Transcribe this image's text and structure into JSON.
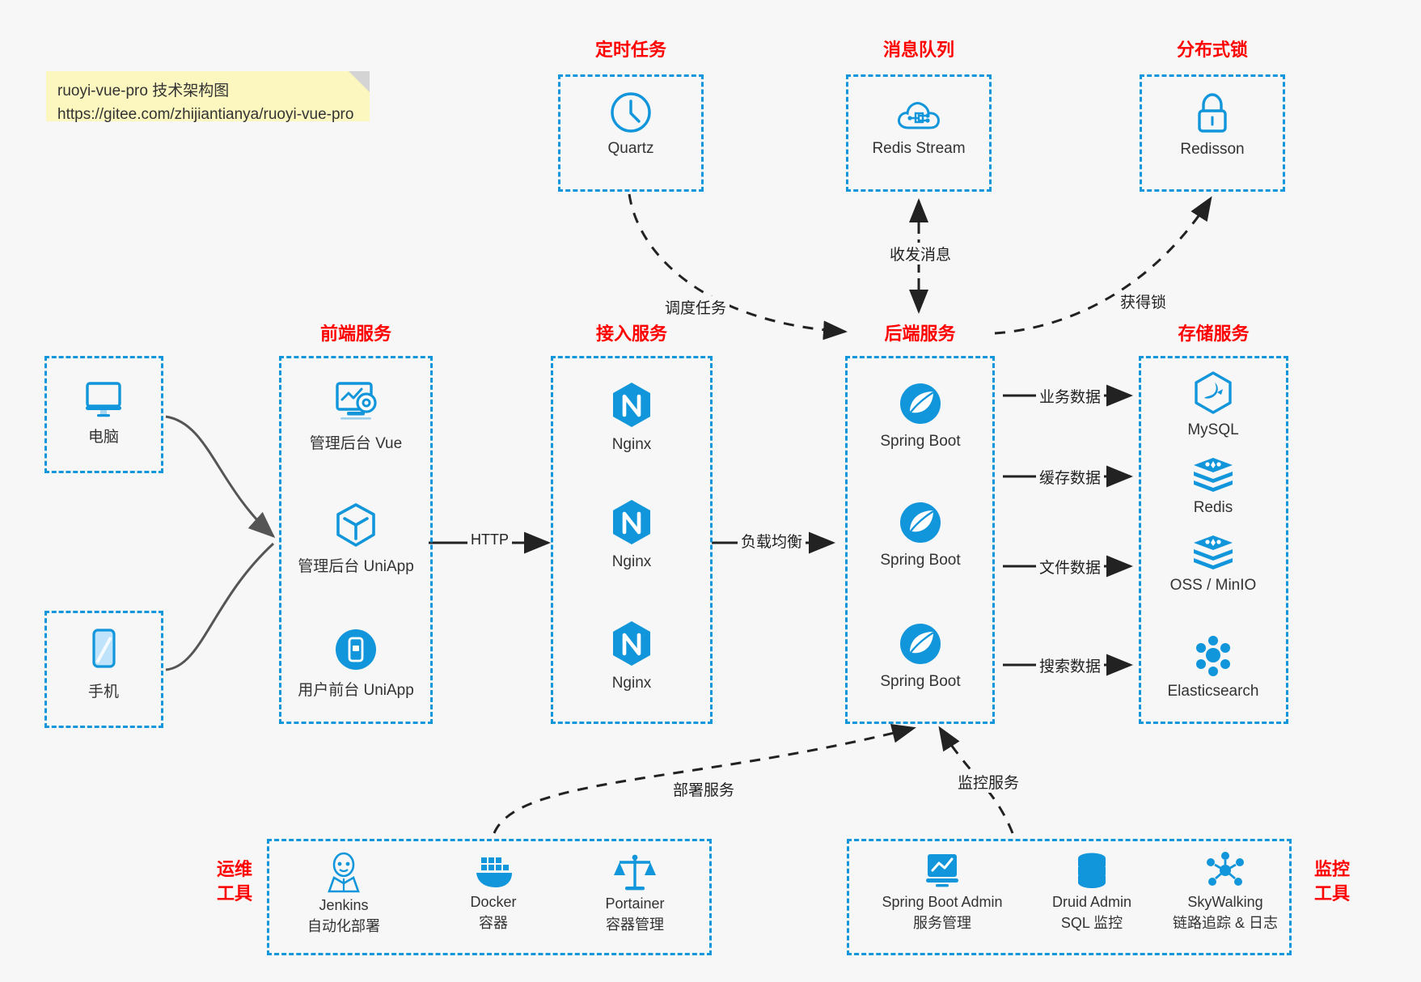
{
  "note": {
    "line1": "ruoyi-vue-pro 技术架构图",
    "line2": "https://gitee.com/zhijiantianya/ruoyi-vue-pro"
  },
  "groups": {
    "scheduler": {
      "title": "定时任务"
    },
    "mq": {
      "title": "消息队列"
    },
    "lock": {
      "title": "分布式锁"
    },
    "frontend": {
      "title": "前端服务"
    },
    "gateway": {
      "title": "接入服务"
    },
    "backend": {
      "title": "后端服务"
    },
    "storage": {
      "title": "存储服务"
    },
    "devops": {
      "title": "运维\n工具",
      "line1": "运维",
      "line2": "工具"
    },
    "monitor": {
      "title": "监控\n工具",
      "line1": "监控",
      "line2": "工具"
    }
  },
  "nodes": {
    "pc": {
      "label": "电脑",
      "icon": "monitor-icon"
    },
    "phone": {
      "label": "手机",
      "icon": "smartphone-icon"
    },
    "quartz": {
      "label": "Quartz",
      "icon": "clock-icon"
    },
    "redis_stream": {
      "label": "Redis Stream",
      "icon": "cloud-network-icon"
    },
    "redisson": {
      "label": "Redisson",
      "icon": "lock-icon"
    },
    "admin_vue": {
      "label": "管理后台 Vue",
      "icon": "dashboard-gear-icon"
    },
    "admin_uniapp": {
      "label": "管理后台 UniApp",
      "icon": "cube-icon"
    },
    "user_uniapp": {
      "label": "用户前台 UniApp",
      "icon": "mobile-app-icon"
    },
    "nginx1": {
      "label": "Nginx",
      "icon": "nginx-icon"
    },
    "nginx2": {
      "label": "Nginx",
      "icon": "nginx-icon"
    },
    "nginx3": {
      "label": "Nginx",
      "icon": "nginx-icon"
    },
    "boot1": {
      "label": "Spring Boot",
      "icon": "spring-boot-icon"
    },
    "boot2": {
      "label": "Spring Boot",
      "icon": "spring-boot-icon"
    },
    "boot3": {
      "label": "Spring Boot",
      "icon": "spring-boot-icon"
    },
    "mysql": {
      "label": "MySQL",
      "icon": "mysql-dolphin-icon"
    },
    "redis": {
      "label": "Redis",
      "icon": "redis-stack-icon"
    },
    "oss": {
      "label": "OSS / MinIO",
      "icon": "redis-stack-icon"
    },
    "elasticsearch": {
      "label": "Elasticsearch",
      "icon": "elasticsearch-icon"
    },
    "jenkins": {
      "label": "Jenkins",
      "sub": "自动化部署",
      "icon": "jenkins-butler-icon"
    },
    "docker": {
      "label": "Docker",
      "sub": "容器",
      "icon": "docker-whale-icon"
    },
    "portainer": {
      "label": "Portainer",
      "sub": "容器管理",
      "icon": "portainer-scale-icon"
    },
    "sba": {
      "label": "Spring Boot Admin",
      "sub": "服务管理",
      "icon": "monitor-chart-icon"
    },
    "druid": {
      "label": "Druid Admin",
      "sub": "SQL 监控",
      "icon": "database-icon"
    },
    "skywalking": {
      "label": "SkyWalking",
      "sub": "链路追踪 & 日志",
      "icon": "skywalking-icon"
    }
  },
  "edges": {
    "http": "HTTP",
    "load_balance": "负载均衡",
    "schedule_task": "调度任务",
    "send_receive_message": "收发消息",
    "acquire_lock": "获得锁",
    "business_data": "业务数据",
    "cache_data": "缓存数据",
    "file_data": "文件数据",
    "search_data": "搜索数据",
    "deploy_service": "部署服务",
    "monitor_service": "监控服务"
  },
  "colors": {
    "accent": "#1296db",
    "title": "#ff0000",
    "background": "#f7f7f7",
    "note": "#fbf7bf",
    "wire": "#555555",
    "arrow": "#222222"
  }
}
